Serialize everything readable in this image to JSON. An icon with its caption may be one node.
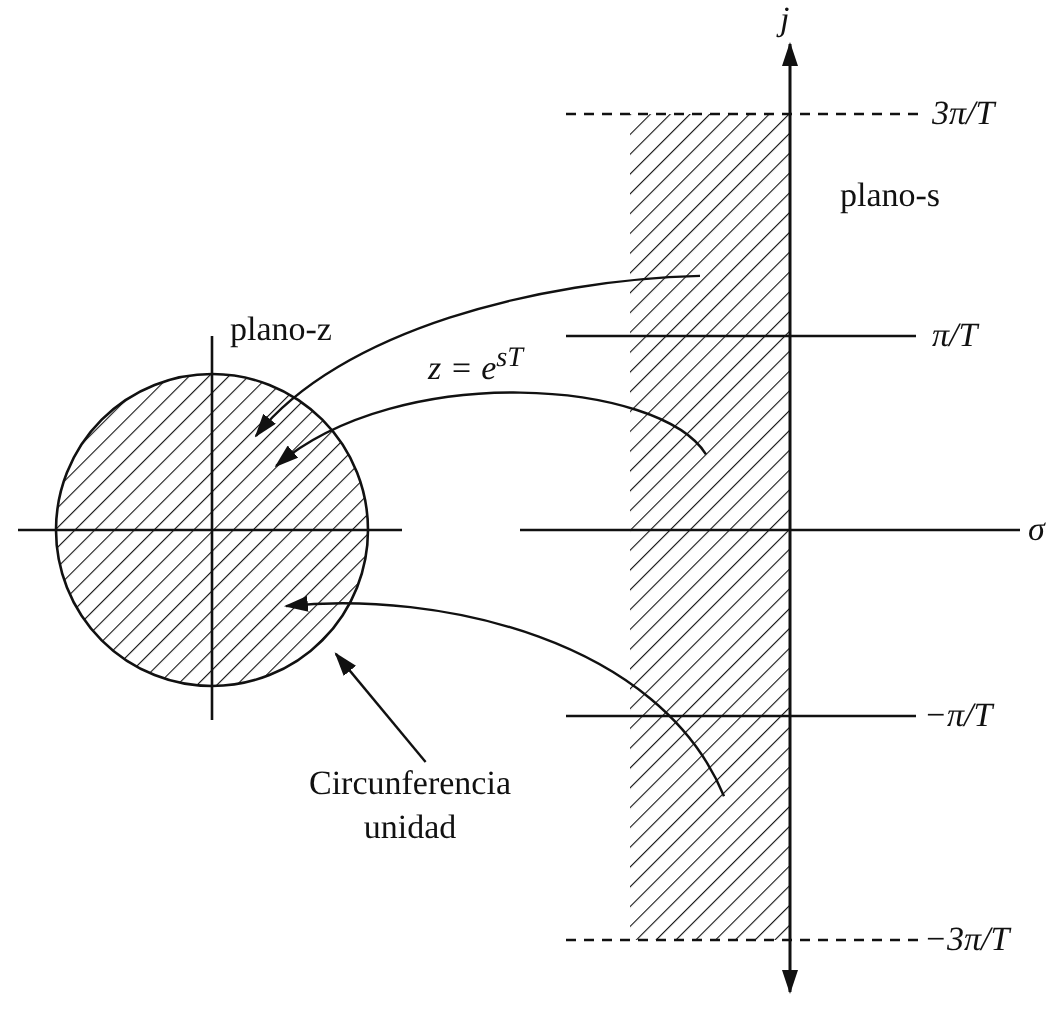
{
  "diagram": {
    "nodes": [
      {
        "text": [],
        "shape": "circle",
        "beside": [
          "plano-z"
        ]
      },
      {
        "text": [],
        "shape": "box",
        "beside": [
          "plano-s"
        ]
      },
      {
        "text": [
          "Circunferencia unidad"
        ]
      }
    ],
    "edges": [
      {
        "from": 1,
        "to": 0,
        "arrow": "to",
        "label": "z = e$^{sT}$"
      },
      {
        "from": 1,
        "to": 0,
        "arrow": "to"
      },
      {
        "from": 1,
        "to": 0,
        "arrow": "to"
      },
      {
        "from": 2,
        "to": 0,
        "arrow": "to"
      }
    ],
    "labels": [
      "j",
      "3π/T",
      "π/T",
      "σ",
      "−π/T",
      "−3π/T"
    ]
  }
}
